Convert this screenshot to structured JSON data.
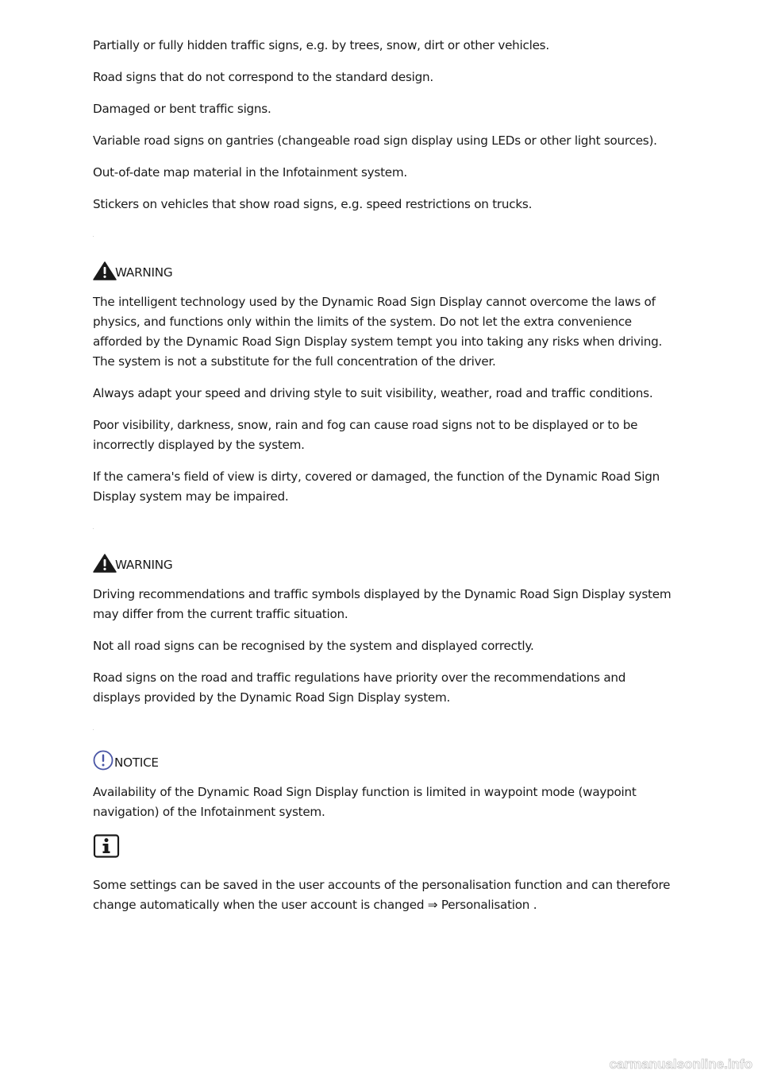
{
  "intro_items": [
    "Partially or fully hidden traffic signs, e.g. by trees, snow, dirt or other vehicles.",
    "Road signs that do not correspond to the standard design.",
    "Damaged or bent traffic signs.",
    "Variable road signs on gantries (changeable road sign display using LEDs or other light sources).",
    "Out-of-date map material in the Infotainment system.",
    "Stickers on vehicles that show road signs, e.g. speed restrictions on trucks."
  ],
  "warning_1": {
    "label": "WARNING",
    "paragraphs": [
      "The intelligent technology used by the Dynamic Road Sign Display cannot overcome the laws of physics, and functions only within the limits of the system. Do not let the extra convenience afforded by the Dynamic Road Sign Display system tempt you into taking any risks when driving. The system is not a substitute for the full concentration of the driver.",
      "Always adapt your speed and driving style to suit visibility, weather, road and traffic conditions.",
      "Poor visibility, darkness, snow, rain and fog can cause road signs not to be displayed or to be incorrectly displayed by the system.",
      "If the camera's field of view is dirty, covered or damaged, the function of the Dynamic Road Sign Display system may be impaired."
    ]
  },
  "warning_2": {
    "label": "WARNING",
    "paragraphs": [
      "Driving recommendations and traffic symbols displayed by the Dynamic Road Sign Display system may differ from the current traffic situation.",
      "Not all road signs can be recognised by the system and displayed correctly.",
      "Road signs on the road and traffic regulations have priority over the recommendations and displays provided by the Dynamic Road Sign Display system."
    ]
  },
  "notice": {
    "label": "NOTICE",
    "paragraphs": [
      "Availability of the Dynamic Road Sign Display function is limited in waypoint mode (waypoint navigation) of the Infotainment system."
    ]
  },
  "info": {
    "paragraphs": [
      "Some settings can be saved in the user accounts of the personalisation function and can therefore change automatically when the user account is changed ⇒ Personalisation ."
    ]
  },
  "icons": {
    "warning": "warning-triangle-icon",
    "notice": "exclamation-circle-icon",
    "info": "info-square-icon"
  },
  "colors": {
    "text": "#1a1a1a",
    "warning_icon": "#1a1a1a",
    "notice_icon": "#4a56a6"
  },
  "watermark": "carmanualsonline.info"
}
